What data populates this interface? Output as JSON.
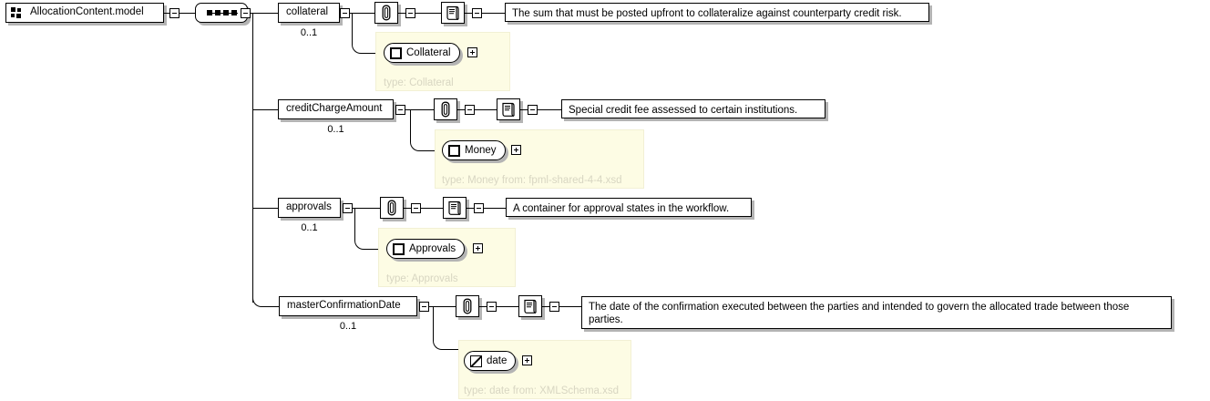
{
  "diagram": {
    "title": "AllocationContent.model",
    "root": {
      "label": "AllocationContent.model",
      "icon": "model-group-icon"
    },
    "compositor": {
      "kind": "sequence",
      "icon": "sequence-node-icon",
      "dots": 4
    },
    "toggle_symbols": {
      "collapse": "minus",
      "expand": "plus"
    },
    "icons": {
      "attachment": "paperclip-icon",
      "documentation": "documentation-icon",
      "complex_type": "complex-type-icon",
      "simple_type": "simple-type-icon"
    },
    "colors": {
      "panel_background": "#fdfce4",
      "panel_border": "#f2f0d4",
      "panel_caption_text": "#d8d6c2",
      "box_shadow": "#b4b4b4",
      "line": "#000000",
      "page_background": "#ffffff"
    },
    "elements": [
      {
        "name": "collateral",
        "cardinality": "0..1",
        "documentation": "The sum that must be posted upfront to collateralize against counterparty credit risk.",
        "type_name": "Collateral",
        "type_icon": "complex-type-icon",
        "type_caption": "type: Collateral"
      },
      {
        "name": "creditChargeAmount",
        "cardinality": "0..1",
        "documentation": "Special credit fee assessed to certain institutions.",
        "type_name": "Money",
        "type_icon": "complex-type-icon",
        "type_caption": "type: Money from: fpml-shared-4-4.xsd"
      },
      {
        "name": "approvals",
        "cardinality": "0..1",
        "documentation": "A container for approval states in the workflow.",
        "type_name": "Approvals",
        "type_icon": "complex-type-icon",
        "type_caption": "type: Approvals"
      },
      {
        "name": "masterConfirmationDate",
        "cardinality": "0..1",
        "documentation": "The date of the confirmation executed between the parties and intended to govern the allocated trade between those parties.",
        "type_name": "date",
        "type_icon": "simple-type-icon",
        "type_caption": "type: date from: XMLSchema.xsd"
      }
    ]
  }
}
